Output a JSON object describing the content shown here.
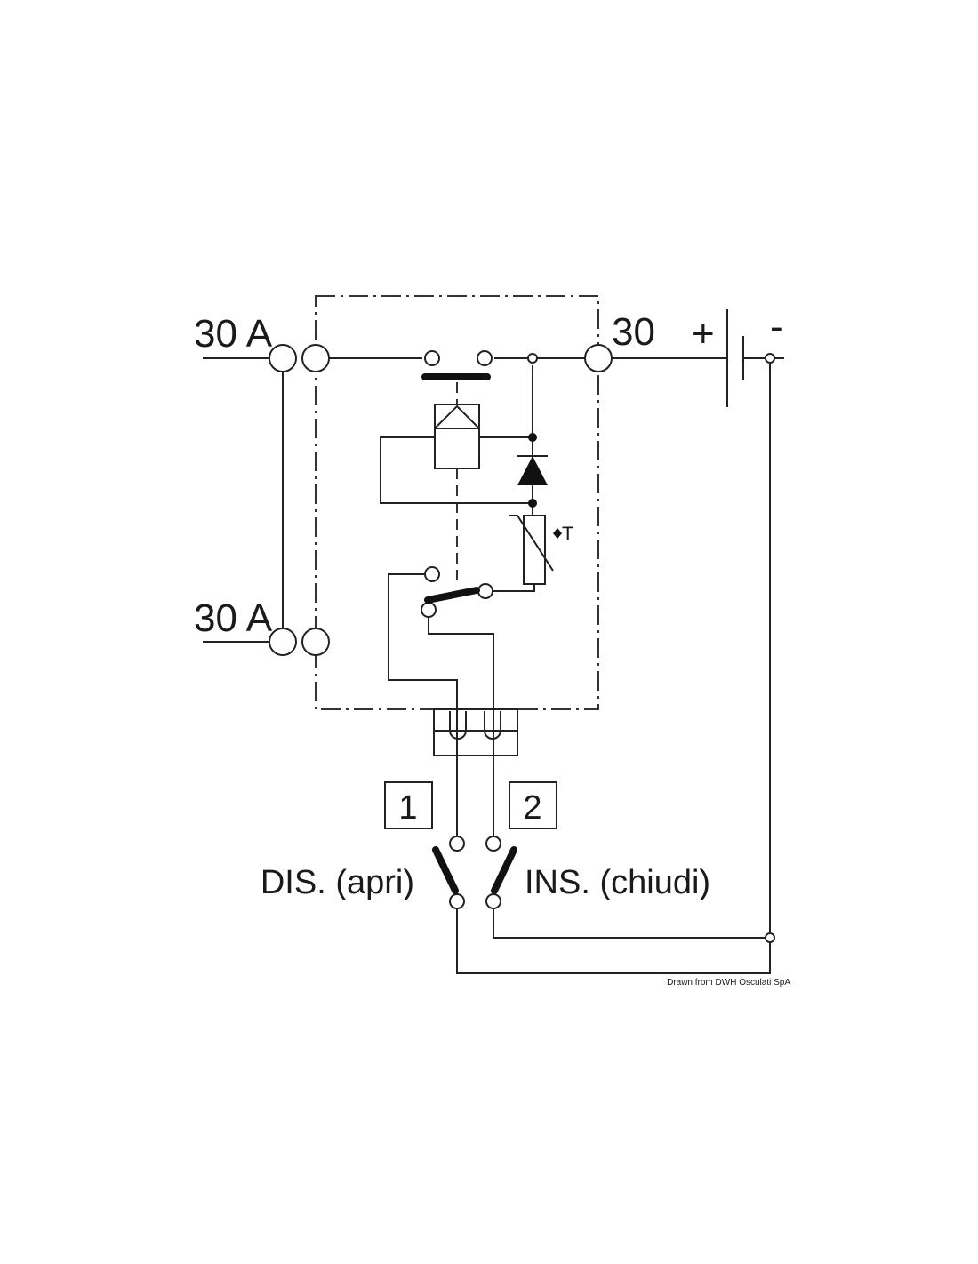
{
  "labels": {
    "input_top": "30 A",
    "input_bottom": "30 A",
    "output": "30",
    "battery_plus": "+",
    "battery_minus": "-",
    "thermal": "T",
    "box_1": "1",
    "box_2": "2",
    "switch_open": "DIS. (apri)",
    "switch_close": "INS. (chiudi)",
    "credit": "Drawn from DWH Osculati SpA"
  }
}
